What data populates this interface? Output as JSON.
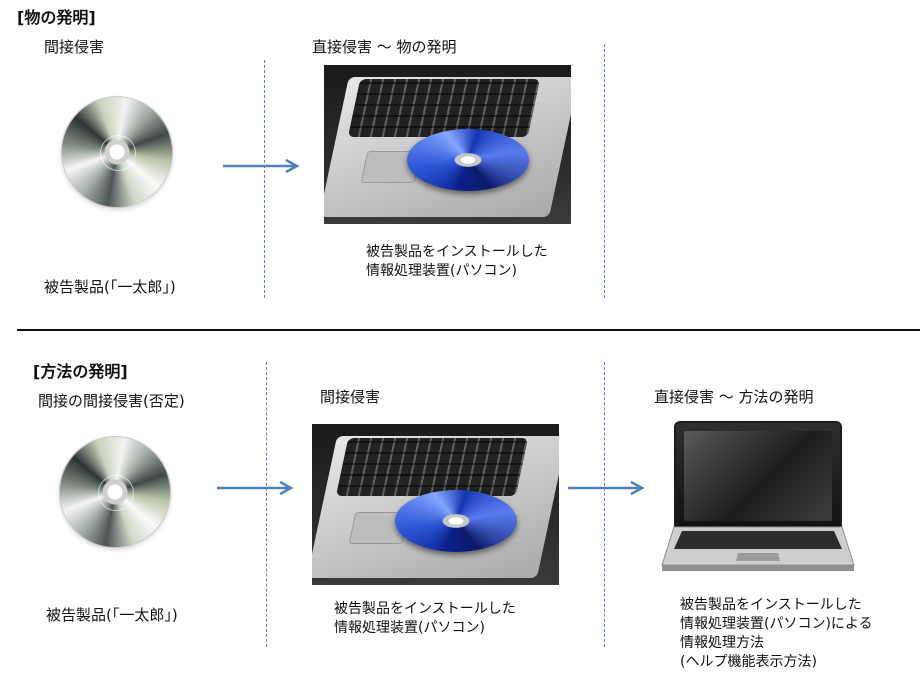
{
  "sections": {
    "product": {
      "heading": "[物の発明]",
      "col1_title": "間接侵害",
      "col1_caption": "被告製品(「一太郎」)",
      "col2_title": "直接侵害 ～ 物の発明",
      "col2_caption_line1": "被告製品をインストールした",
      "col2_caption_line2": "情報処理装置(パソコン)"
    },
    "method": {
      "heading": "[方法の発明]",
      "col1_title": "間接の間接侵害(否定)",
      "col1_caption": "被告製品(「一太郎」)",
      "col2_title": "間接侵害",
      "col2_caption_line1": "被告製品をインストールした",
      "col2_caption_line2": "情報処理装置(パソコン)",
      "col3_title": "直接侵害 ～ 方法の発明",
      "col3_caption_line1": "被告製品をインストールした",
      "col3_caption_line2": "情報処理装置(パソコン)による",
      "col3_caption_line3": "情報処理方法",
      "col3_caption_line4": "(ヘルプ機能表示方法)"
    }
  },
  "icons": {
    "disc": "cd-disc-icon",
    "laptop_photo": "laptop-with-disc-photo",
    "laptop": "laptop-icon",
    "arrow": "arrow-right-icon"
  },
  "colors": {
    "arrow": "#4f81bd",
    "divider": "#5b86bd",
    "separator": "#111111"
  }
}
